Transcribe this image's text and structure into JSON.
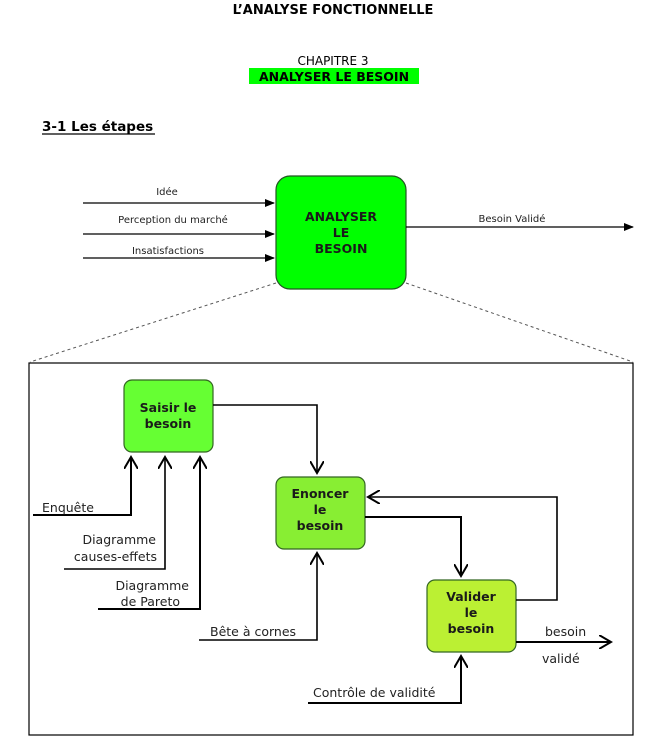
{
  "header": {
    "title": "L’ANALYSE FONCTIONNELLE",
    "chapter": "CHAPITRE 3",
    "chapter_title": "ANALYSER LE BESOIN",
    "highlight_color": "#00ff00"
  },
  "section": {
    "title": "3-1 Les étapes"
  },
  "overview": {
    "box_lines": [
      "ANALYSER",
      "LE",
      "BESOIN"
    ],
    "box_color": "#00ff00",
    "inputs": [
      "Idée",
      "Perception du marché",
      "Insatisfactions"
    ],
    "output": "Besoin Validé"
  },
  "detail": {
    "saisir": {
      "lines": [
        "Saisir le",
        "besoin"
      ],
      "color": "#66ff33"
    },
    "enoncer": {
      "lines": [
        "Enoncer",
        "le",
        "besoin"
      ],
      "color": "#88ee33"
    },
    "valider": {
      "lines": [
        "Valider",
        "le",
        "besoin"
      ],
      "color": "#bbf033"
    },
    "saisir_inputs": [
      {
        "lines": [
          "Enquête"
        ]
      },
      {
        "lines": [
          "Diagramme",
          "causes-effets"
        ]
      },
      {
        "lines": [
          "Diagramme",
          "de Pareto"
        ]
      }
    ],
    "enoncer_input": "Bête à cornes",
    "valider_input": "Contrôle de validité",
    "output_lines": [
      "besoin",
      "validé"
    ]
  }
}
